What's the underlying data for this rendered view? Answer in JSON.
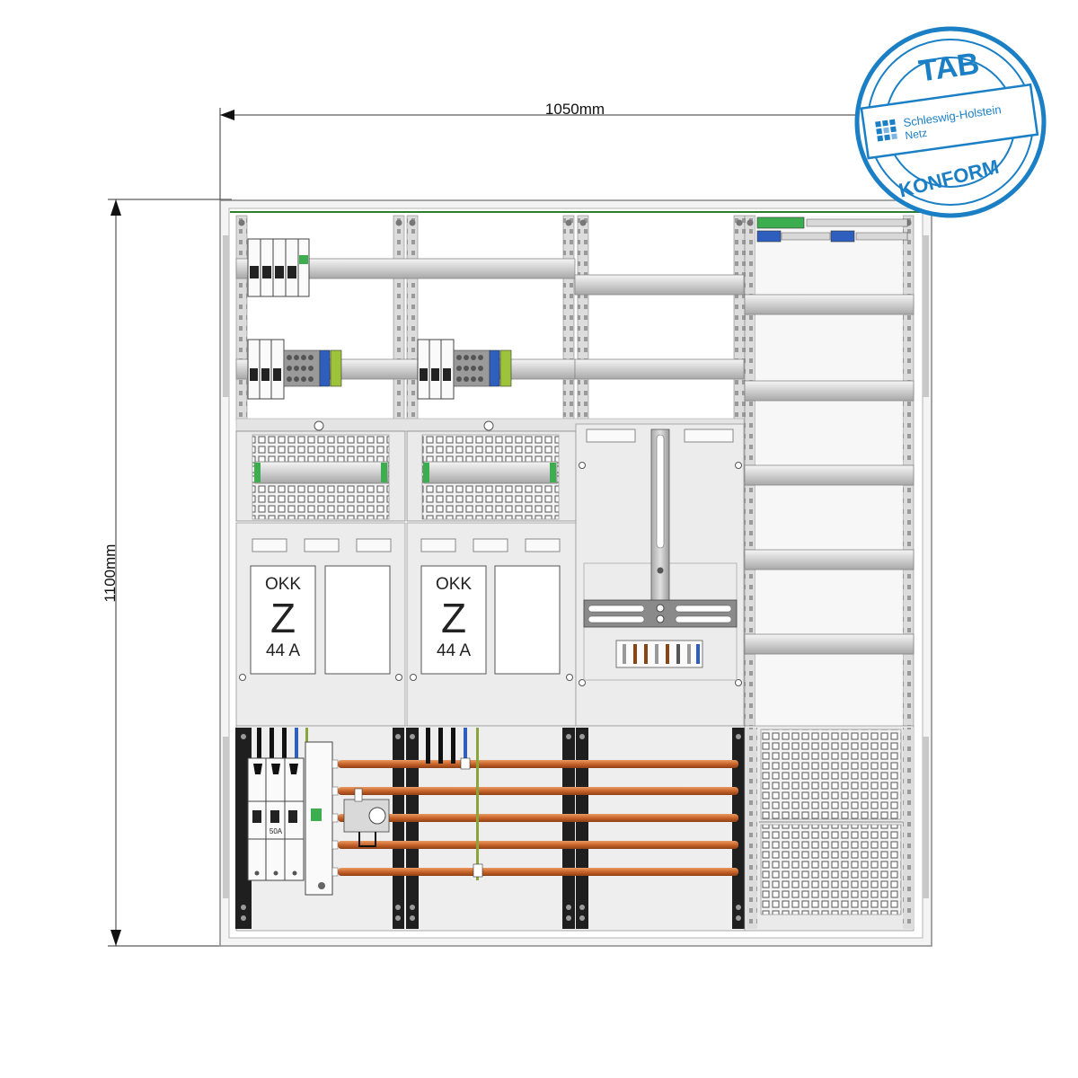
{
  "dimensions": {
    "width_label": "1050mm",
    "height_label": "1100mm"
  },
  "meter_fields": [
    {
      "title": "OKK",
      "symbol": "Z",
      "rating": "44 A"
    },
    {
      "title": "OKK",
      "symbol": "Z",
      "rating": "44 A"
    }
  ],
  "main_switch": {
    "rating": "50A"
  },
  "stamp": {
    "top_text": "TAB",
    "brand": "Schleswig-Holstein",
    "brand_sub": "Netz",
    "bottom_text": "KONFORM",
    "color": "#1a7fc4"
  },
  "colors": {
    "copper_busbar": "#c8642b",
    "pe_conductor": "#8aa63a",
    "n_terminal": "#2e5fbf",
    "pe_terminal": "#9cc33a",
    "enclosure_frame": "#c9c9c9",
    "panel_fill": "#ececec"
  }
}
